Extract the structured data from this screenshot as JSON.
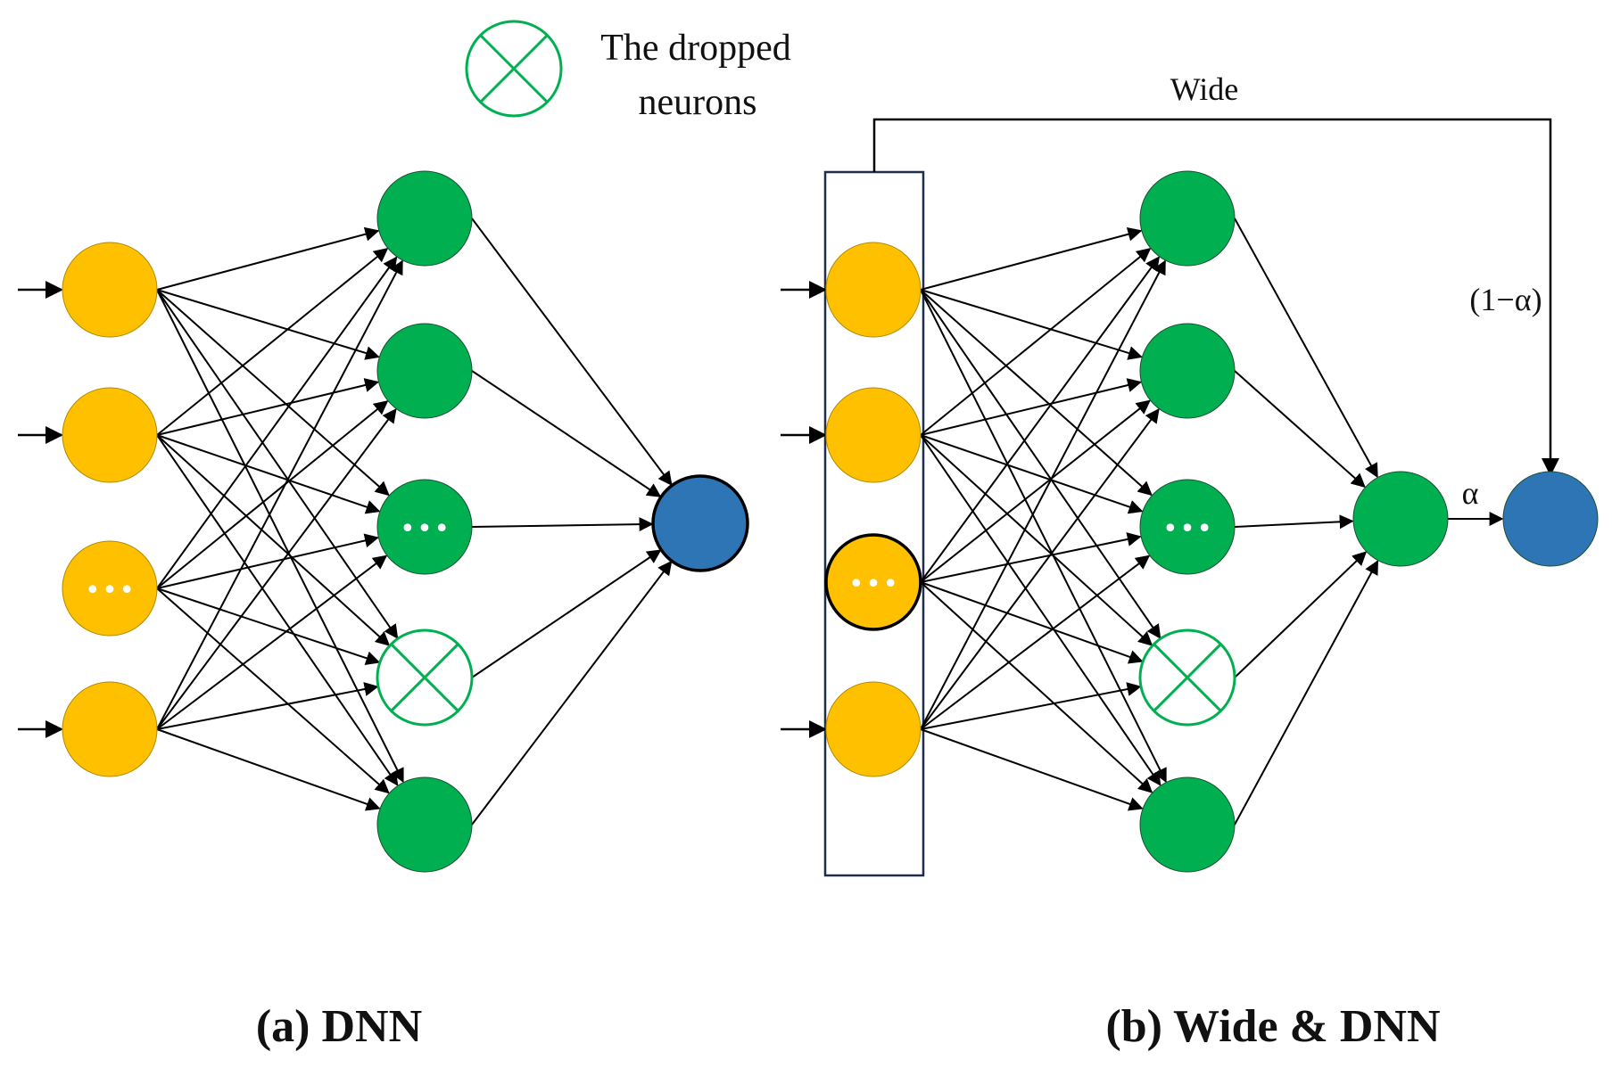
{
  "legend": {
    "dropped_label_line1": "The dropped",
    "dropped_label_line2": "neurons"
  },
  "panel_a": {
    "caption": "(a) DNN"
  },
  "panel_b": {
    "caption": "(b) Wide & DNN",
    "wide_label": "Wide",
    "wide_weight_label": "(1−α)",
    "deep_weight_label": "α"
  },
  "ellipsis": "• • •",
  "colors": {
    "input": "#FFC000",
    "hidden": "#00B050",
    "output": "#2E75B6",
    "dropped": "#00B050",
    "edge": "#000000",
    "box": "#1F2D4A"
  }
}
